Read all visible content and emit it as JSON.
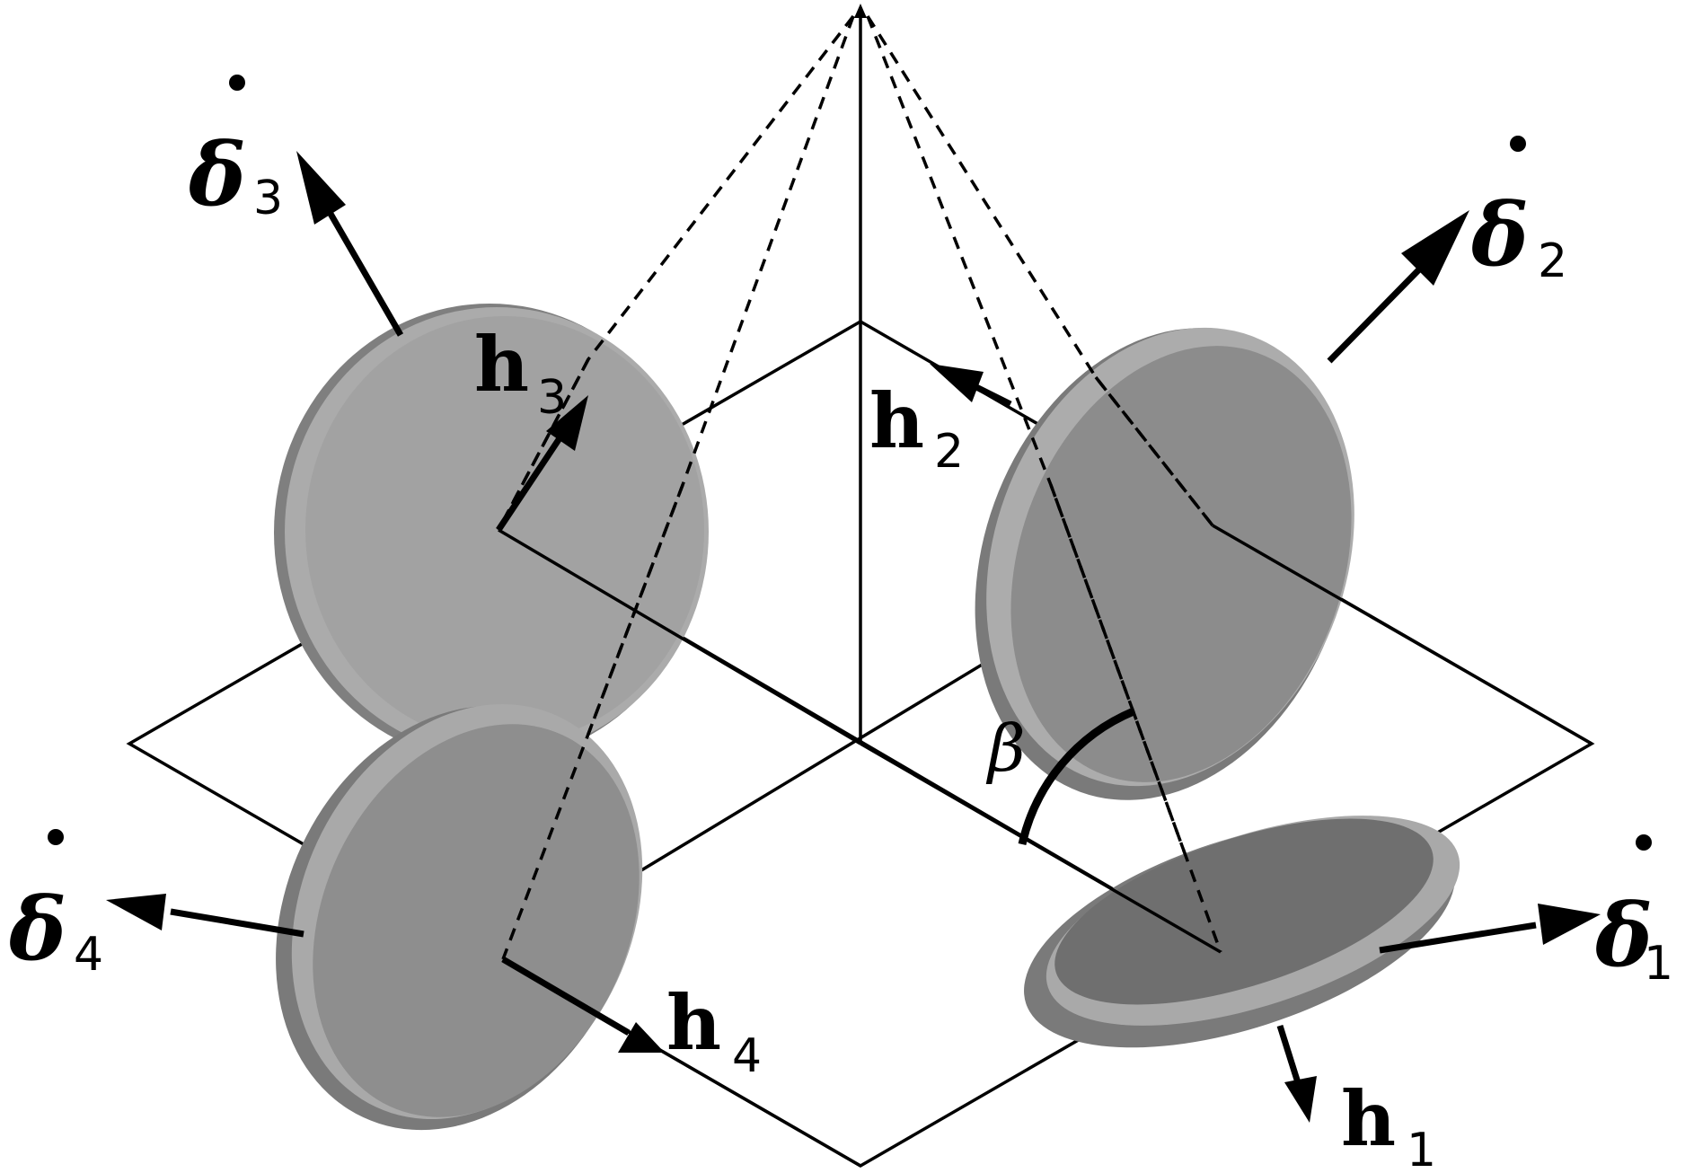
{
  "labels": {
    "h1": {
      "main": "h",
      "sub": "1"
    },
    "h2": {
      "main": "h",
      "sub": "2"
    },
    "h3": {
      "main": "h",
      "sub": "3"
    },
    "h4": {
      "main": "h",
      "sub": "4"
    },
    "d1": {
      "main": "δ",
      "sub": "1"
    },
    "d2": {
      "main": "δ",
      "sub": "2"
    },
    "d3": {
      "main": "δ",
      "sub": "3"
    },
    "d4": {
      "main": "δ",
      "sub": "4"
    },
    "beta": "β"
  },
  "colors": {
    "line": "#000000",
    "wheel_face": "#8f8f8f",
    "wheel_rim": "#b5b5b5",
    "wheel_shadow": "#6e6e6e"
  }
}
